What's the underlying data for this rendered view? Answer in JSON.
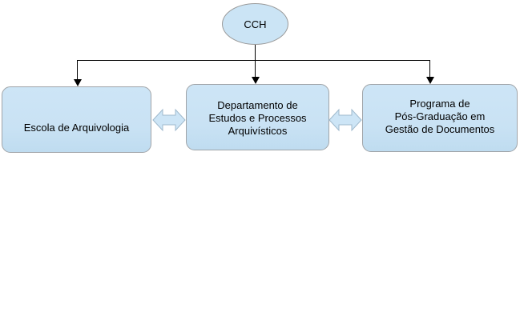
{
  "diagram": {
    "type": "organizational-hierarchy",
    "background_color": "#ffffff",
    "node_fill_color": "#cbe4f5",
    "node_border_color": "#9a9a9a",
    "connector_color": "#000000",
    "root": {
      "id": "cch",
      "label": "CCH",
      "shape": "ellipse"
    },
    "nodes": [
      {
        "id": "escola",
        "label": "Escola de Arquivologia",
        "shape": "rounded-rectangle"
      },
      {
        "id": "departamento",
        "label": "Departamento de\nEstudos e Processos\nArquivísticos",
        "shape": "rounded-rectangle"
      },
      {
        "id": "programa",
        "label": "Programa de\nPós-Graduação em\nGestão de Documentos",
        "label_clipped": "",
        "shape": "rounded-rectangle"
      }
    ],
    "connectors": [
      {
        "id": "cch-to-escola",
        "from": "cch",
        "to": "escola",
        "style": "elbow-arrow",
        "direction": "one-way"
      },
      {
        "id": "cch-to-departamento",
        "from": "cch",
        "to": "departamento",
        "style": "straight-arrow",
        "direction": "one-way"
      },
      {
        "id": "cch-to-programa",
        "from": "cch",
        "to": "programa",
        "style": "elbow-arrow",
        "direction": "one-way"
      },
      {
        "id": "escola-departamento",
        "from": "escola",
        "to": "departamento",
        "style": "block-arrow",
        "direction": "two-way"
      },
      {
        "id": "departamento-programa",
        "from": "departamento",
        "to": "programa",
        "style": "block-arrow",
        "direction": "two-way"
      }
    ]
  }
}
